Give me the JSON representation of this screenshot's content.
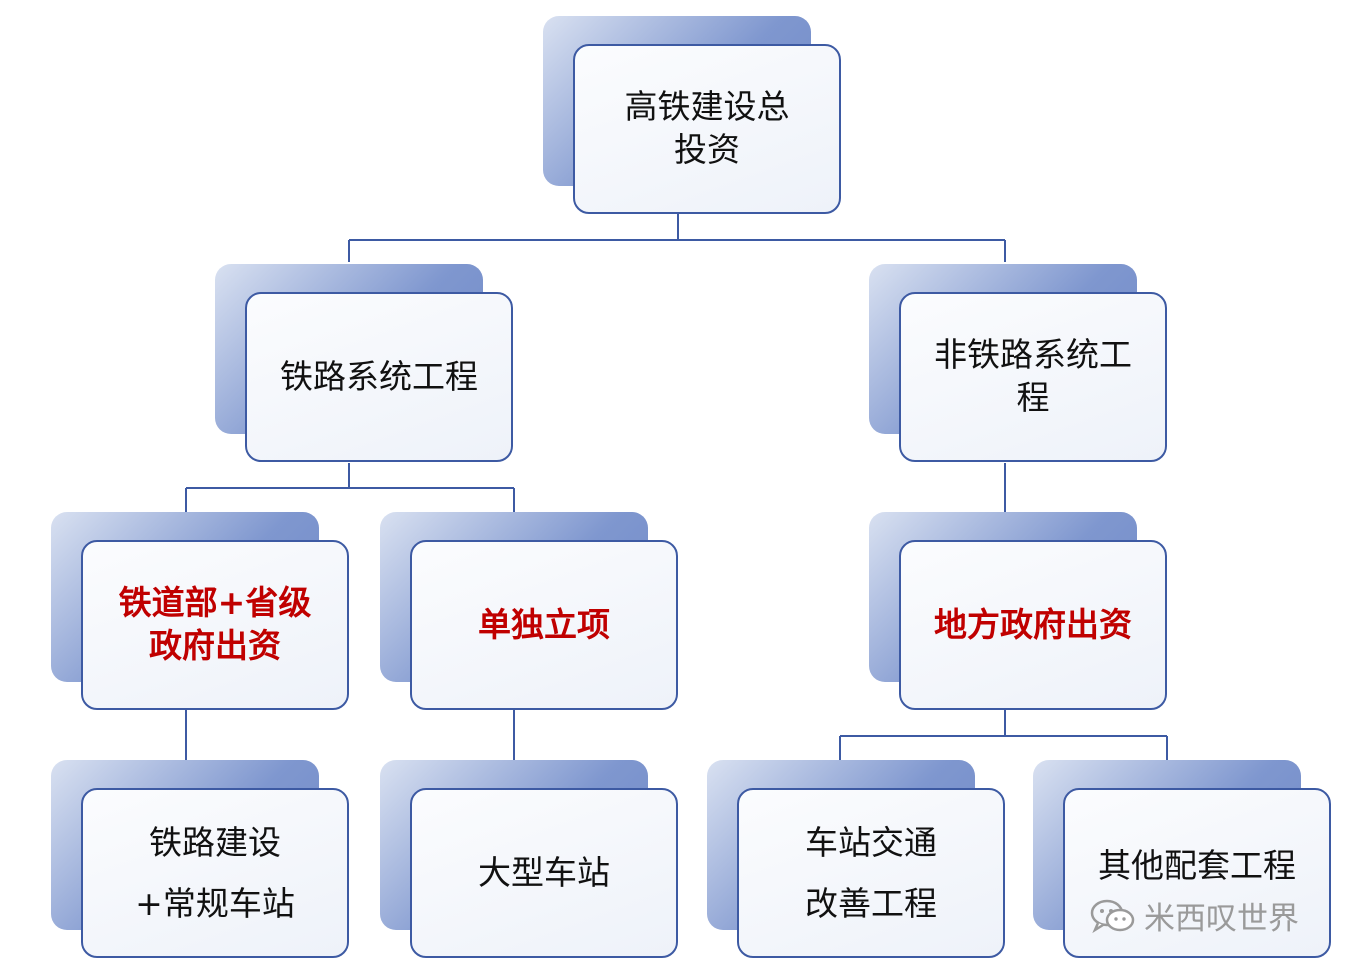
{
  "nodes": {
    "root": "高铁建设总投资",
    "railway_system": "铁路系统工程",
    "non_railway_system": "非铁路系统工程",
    "ministry_provincial": "铁道部+省级政府出资",
    "separate_project": "单独立项",
    "local_government": "地方政府出资",
    "railway_construction": "铁路建设+常规车站",
    "large_station": "大型车站",
    "station_traffic": "车站交通改善工程",
    "other_facilities": "其他配套工程"
  },
  "watermark": {
    "text": "米西叹世界",
    "icon": "wechat-icon"
  },
  "colors": {
    "connector": "#3d5aa3",
    "card_border": "#3d5aa3",
    "highlight_text": "#c00000",
    "shadow": "#7f97cf"
  }
}
